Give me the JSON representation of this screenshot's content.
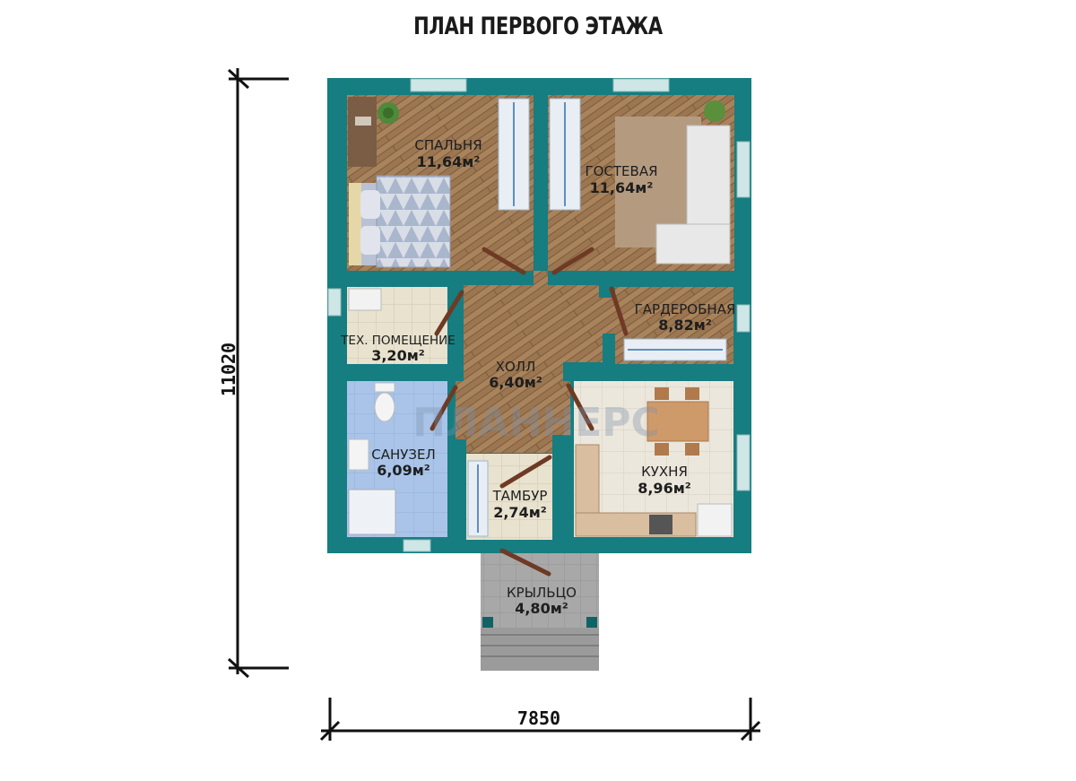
{
  "title": "ПЛАН ПЕРВОГО ЭТАЖА",
  "watermark": "ПЛАННЕРС",
  "dimensions": {
    "width": "7850",
    "height": "11020"
  },
  "rooms": {
    "bedroom": {
      "name": "СПАЛЬНЯ",
      "area": "11,64м²"
    },
    "guest": {
      "name": "ГОСТЕВАЯ",
      "area": "11,64м²"
    },
    "wardrobe": {
      "name": "ГАРДЕРОБНАЯ",
      "area": "8,82м²"
    },
    "tech": {
      "name": "ТЕХ. ПОМЕЩЕНИЕ",
      "area": "3,20м²"
    },
    "hall": {
      "name": "ХОЛЛ",
      "area": "6,40м²"
    },
    "bathroom": {
      "name": "САНУЗЕЛ",
      "area": "6,09м²"
    },
    "vestibule": {
      "name": "ТАМБУР",
      "area": "2,74м²"
    },
    "kitchen": {
      "name": "КУХНЯ",
      "area": "8,96м²"
    },
    "porch": {
      "name": "КРЫЛЬЦО",
      "area": "4,80м²"
    }
  },
  "colors": {
    "wall": "#167d80",
    "wall_dark": "#0f6366",
    "wood": "#9a7550",
    "tile_light": "#e6e0cc",
    "tile_blue": "#a9c6ea",
    "porch": "#a7a7a7"
  }
}
